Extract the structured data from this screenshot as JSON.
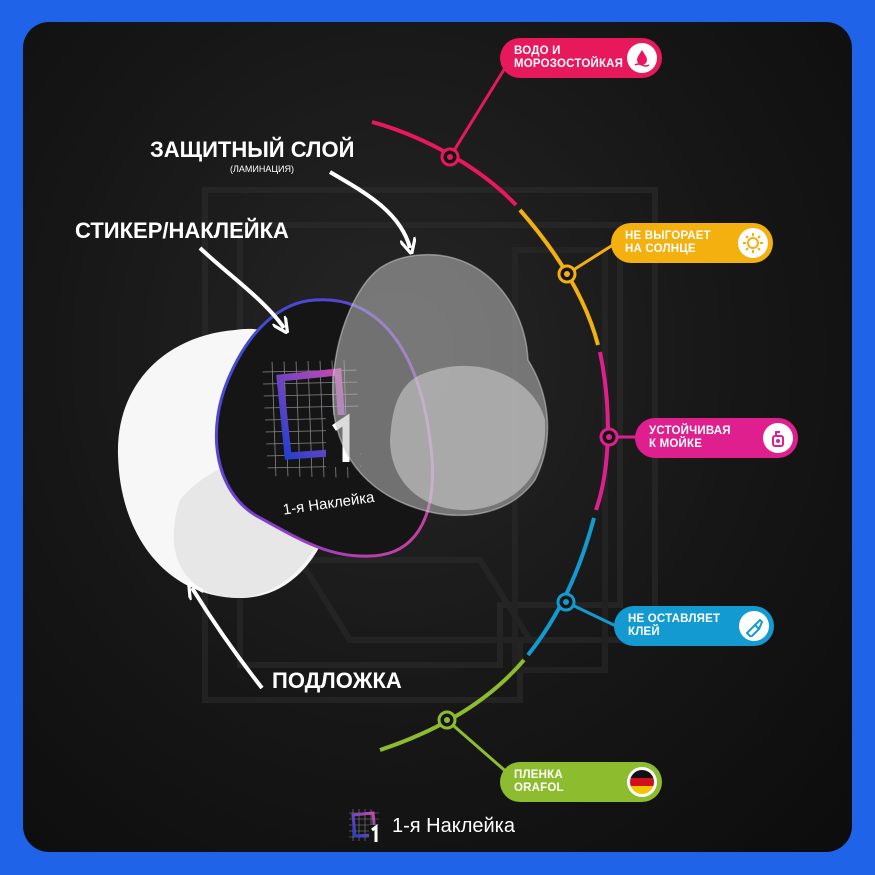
{
  "labels": {
    "protective_layer": "ЗАЩИТНЫЙ СЛОЙ",
    "protective_layer_sub": "(ЛАМИНАЦИЯ)",
    "sticker": "СТИКЕР/НАКЛЕЙКА",
    "backing": "ПОДЛОЖКА"
  },
  "sticker_brand": "1-я Наклейка",
  "features": [
    {
      "text": "ВОДО И\nМОРОЗОСТОЙКАЯ",
      "color": "#e8185c",
      "icon": "water-drop-icon"
    },
    {
      "text": "НЕ ВЫГОРАЕТ\nНА СОЛНЦЕ",
      "color": "#f3b00f",
      "icon": "sun-icon"
    },
    {
      "text": "УСТОЙЧИВАЯ\nК МОЙКЕ",
      "color": "#e01f8e",
      "icon": "car-wash-icon"
    },
    {
      "text": "НЕ ОСТАВЛЯЕТ\nКЛЕЙ",
      "color": "#139bd1",
      "icon": "glue-tube-icon"
    },
    {
      "text": "ПЛЕНКА\nORAFOL",
      "color": "#8ebc2f",
      "icon": "german-flag-icon"
    }
  ],
  "footer": {
    "brand": "1-я Наклейка"
  }
}
